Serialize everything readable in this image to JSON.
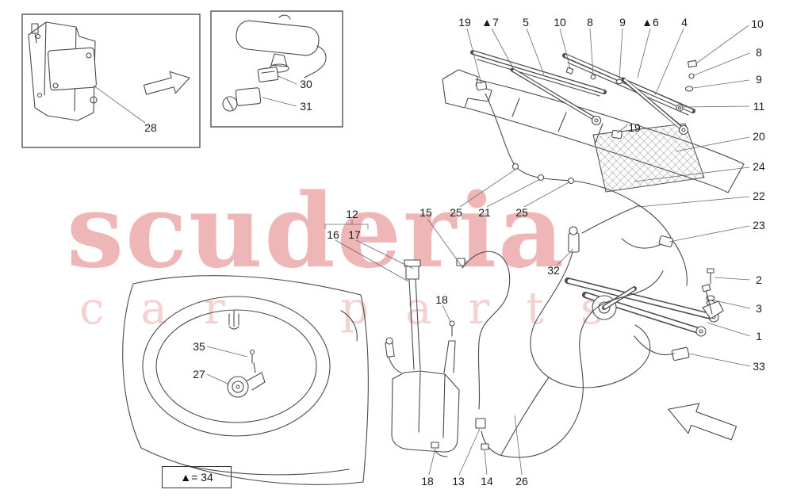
{
  "watermark": {
    "title": "scuderia",
    "subtitle": "car parts",
    "color": "#e07a7a"
  },
  "legend": {
    "text": "▲= 34"
  },
  "callouts": [
    {
      "text": "28"
    },
    {
      "text": "30"
    },
    {
      "text": "31"
    },
    {
      "text": "19"
    },
    {
      "text": "▲7"
    },
    {
      "text": "5"
    },
    {
      "text": "10"
    },
    {
      "text": "8"
    },
    {
      "text": "9"
    },
    {
      "text": "▲6"
    },
    {
      "text": "4"
    },
    {
      "text": "10"
    },
    {
      "text": "8"
    },
    {
      "text": "9"
    },
    {
      "text": "11"
    },
    {
      "text": "19"
    },
    {
      "text": "20"
    },
    {
      "text": "24"
    },
    {
      "text": "22"
    },
    {
      "text": "23"
    },
    {
      "text": "2"
    },
    {
      "text": "3"
    },
    {
      "text": "1"
    },
    {
      "text": "33"
    },
    {
      "text": "25"
    },
    {
      "text": "21"
    },
    {
      "text": "25"
    },
    {
      "text": "32"
    },
    {
      "text": "12"
    },
    {
      "text": "16"
    },
    {
      "text": "17"
    },
    {
      "text": "15"
    },
    {
      "text": "18"
    },
    {
      "text": "35"
    },
    {
      "text": "27"
    },
    {
      "text": "18"
    },
    {
      "text": "13"
    },
    {
      "text": "14"
    },
    {
      "text": "26"
    }
  ]
}
